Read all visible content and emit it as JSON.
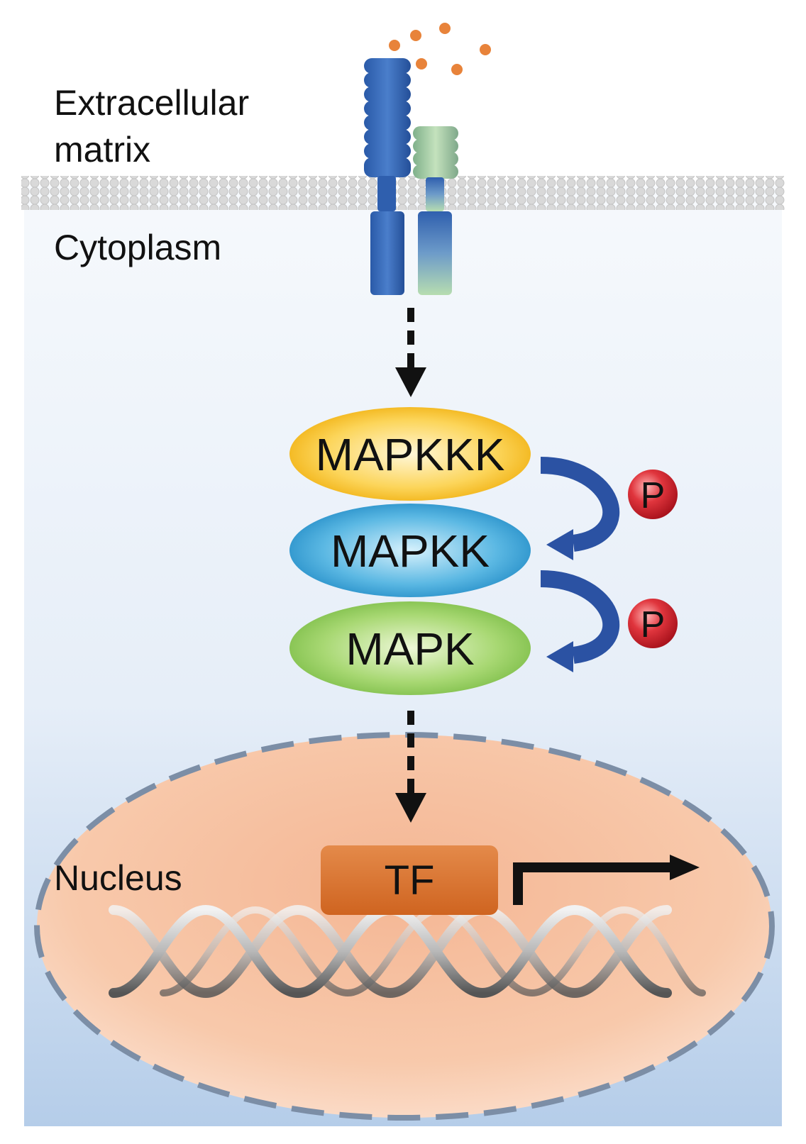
{
  "regions": {
    "extracellular_line1": "Extracellular",
    "extracellular_line2": "matrix",
    "cytoplasm": "Cytoplasm",
    "nucleus": "Nucleus"
  },
  "kinases": [
    {
      "label": "MAPKKK",
      "color": "#f2b400"
    },
    {
      "label": "MAPKK",
      "color": "#1e8fc8"
    },
    {
      "label": "MAPK",
      "color": "#7ec24a"
    }
  ],
  "phosphate": {
    "label": "P",
    "color": "#c81e28"
  },
  "transcription_factor": {
    "label": "TF",
    "color": "#d8702e"
  },
  "colors": {
    "ligand": "#e8833a",
    "receptor_blue": "#2f5fae",
    "receptor_green": "#9fcf9a",
    "membrane": "#d0d0d0",
    "cytoplasm_top": "#f4f8fc",
    "cytoplasm_bottom": "#b7cfea",
    "nucleus_fill": "#f6c4a4",
    "nucleus_border": "#7c8ea6",
    "arrow": "#2b52a3"
  }
}
